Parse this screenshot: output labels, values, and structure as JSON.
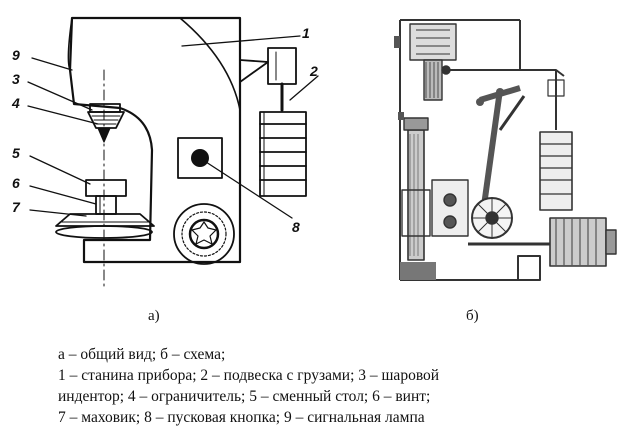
{
  "figure": {
    "panel_a": {
      "sublabel": "а)",
      "callouts": [
        "1",
        "2",
        "3",
        "4",
        "5",
        "6",
        "7",
        "8",
        "9"
      ]
    },
    "panel_b": {
      "sublabel": "б)"
    }
  },
  "caption": {
    "lines": [
      "а – общий вид;  б – схема;",
      "1 – станина прибора; 2 – подвеска с грузами; 3 – шаровой",
      "индентор; 4 – ограничитель; 5 – сменный стол; 6 – винт;",
      "7 – маховик; 8 – пусковая кнопка; 9 – сигнальная лампа"
    ]
  }
}
